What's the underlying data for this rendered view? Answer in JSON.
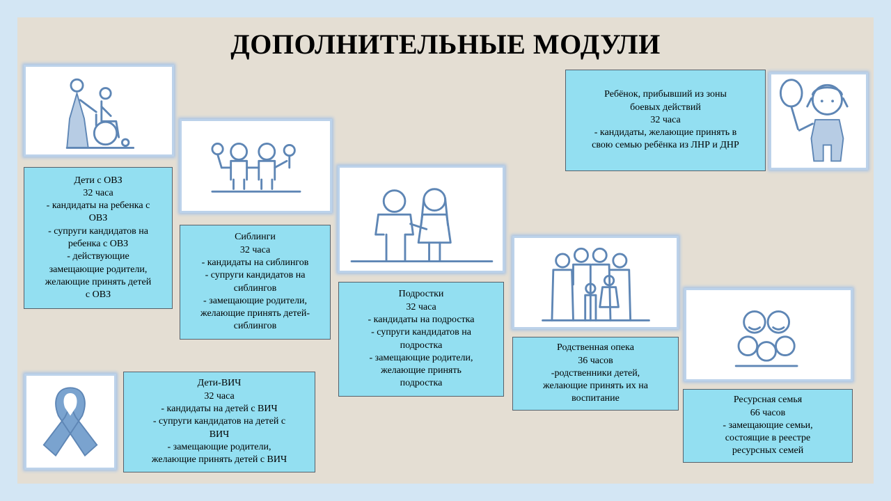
{
  "title": "ДОПОЛНИТЕЛЬНЫЕ МОДУЛИ",
  "modules": [
    {
      "name": "Дети с ОВЗ",
      "hours": "32 часа",
      "lines": [
        "- кандидаты на ребенка с",
        "ОВЗ",
        "- супруги кандидатов на",
        "ребенка с ОВЗ",
        "- действующие",
        "замещающие родители,",
        "желающие принять детей",
        "с ОВЗ"
      ],
      "icon": "wheelchair-caregiver-icon"
    },
    {
      "name": "Сиблинги",
      "hours": "32 часа",
      "lines": [
        "- кандидаты на сиблингов",
        "- супруги кандидатов на",
        "сиблингов",
        "- замещающие родители,",
        "желающие принять детей-",
        "сиблингов"
      ],
      "icon": "two-children-icon"
    },
    {
      "name": "Подростки",
      "hours": "32 часа",
      "lines": [
        "- кандидаты на подростка",
        "- супруги кандидатов на",
        "подростка",
        "- замещающие родители,",
        "желающие принять",
        "подростка"
      ],
      "icon": "teenagers-icon"
    },
    {
      "name": "Родственная опека",
      "hours": "36 часов",
      "lines": [
        "-родственники детей,",
        "желающие принять их на",
        "воспитание"
      ],
      "icon": "extended-family-icon"
    },
    {
      "name": "Ресурсная семья",
      "hours": "66 часов",
      "lines": [
        "- замещающие семьи,",
        "состоящие в реестре",
        "ресурсных семей"
      ],
      "icon": "group-of-people-icon"
    },
    {
      "name": "Дети-ВИЧ",
      "hours": "32 часа",
      "lines": [
        "- кандидаты на детей с ВИЧ",
        "- супруги кандидатов на детей с",
        "ВИЧ",
        "- замещающие родители,",
        "желающие принять детей с ВИЧ"
      ],
      "icon": "awareness-ribbon-icon"
    },
    {
      "name": "Ребёнок, прибывший из зоны",
      "name2": "боевых действий",
      "hours": "32 часа",
      "lines": [
        "- кандидаты, желающие принять в",
        "свою семью ребёнка из ЛНР и ДНР"
      ],
      "icon": "child-with-balloon-icon"
    }
  ],
  "colors": {
    "box": "#93dff1",
    "icon": "#5e86b5",
    "slide": "#e4ded3",
    "frame": "#d3e6f4"
  }
}
